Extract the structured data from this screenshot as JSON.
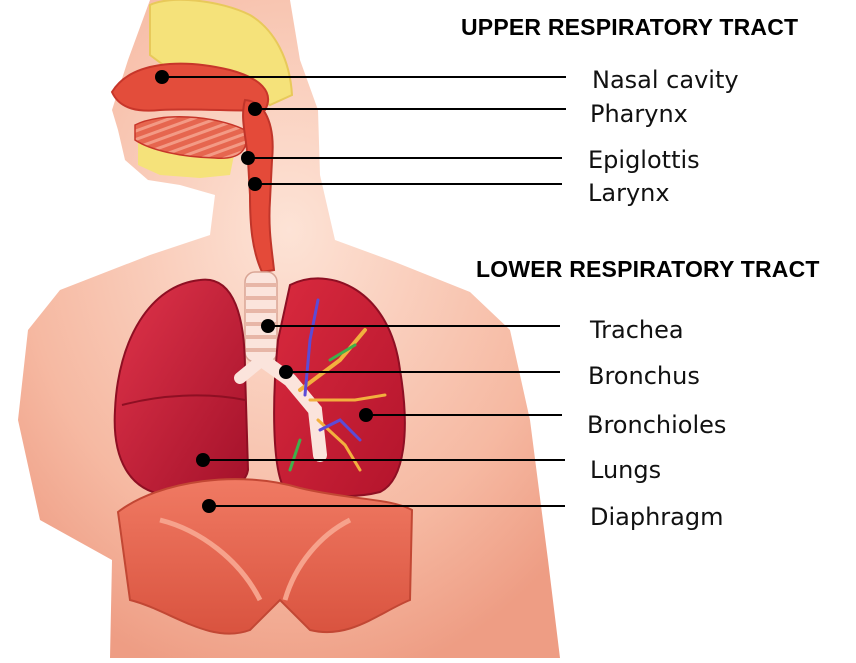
{
  "sections": {
    "upper": "UPPER RESPIRATORY TRACT",
    "lower": "LOWER RESPIRATORY TRACT"
  },
  "labels": {
    "nasal_cavity": "Nasal cavity",
    "pharynx": "Pharynx",
    "epiglottis": "Epiglottis",
    "larynx": "Larynx",
    "trachea": "Trachea",
    "bronchus": "Bronchus",
    "bronchioles": "Bronchioles",
    "lungs": "Lungs",
    "diaphragm": "Diaphragm"
  },
  "colors": {
    "skin": "#f7c3ad",
    "tissue": "#e4503a",
    "lung": "#c8213a",
    "sinus": "#f5e27a",
    "leader": "#000000"
  }
}
